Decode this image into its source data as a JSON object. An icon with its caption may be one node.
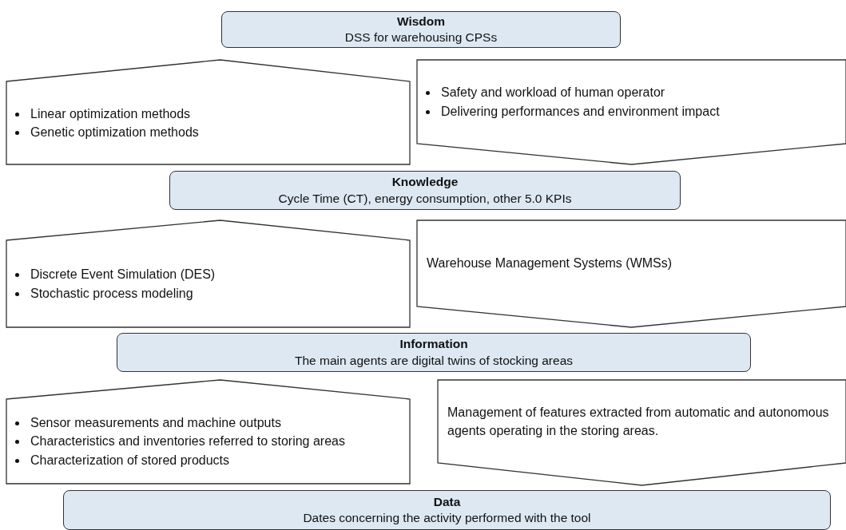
{
  "diagram": {
    "nodes": [
      {
        "text": [
          "Wisdom",
          "DSS for warehousing CPSs"
        ]
      },
      {
        "text": [
          "Linear optimization methods",
          "Genetic optimization methods"
        ]
      },
      {
        "text": [
          "Safety and workload of human operator",
          "Delivering performances and environment impact"
        ]
      },
      {
        "text": [
          "Knowledge",
          "Cycle Time (CT), energy consumption, other 5.0 KPIs"
        ]
      },
      {
        "text": [
          "Discrete Event Simulation (DES)",
          "Stochastic process modeling"
        ]
      },
      {
        "text": [
          "Warehouse Management Systems (WMSs)"
        ]
      },
      {
        "text": [
          "Information",
          "The main agents are digital twins of stocking areas"
        ]
      },
      {
        "text": [
          "Sensor measurements and machine outputs",
          "Characteristics and inventories referred to storing areas",
          "Characterization of stored products"
        ]
      },
      {
        "text": [
          "Management of features extracted from automatic and autonomous agents operating in the storing areas."
        ]
      },
      {
        "text": [
          "Data",
          "Dates concerning the activity performed with the tool"
        ]
      }
    ],
    "edges": []
  }
}
